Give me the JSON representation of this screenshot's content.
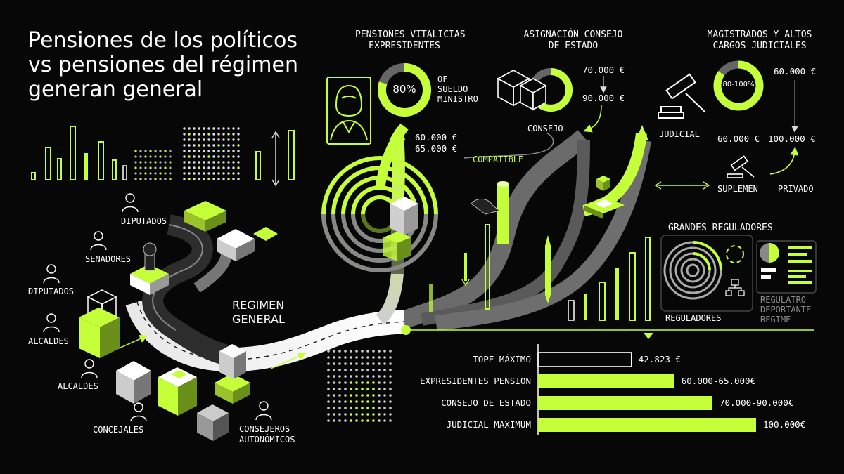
{
  "title": {
    "line1": "Pensiones de los políticos",
    "line2": "vs pensiones del régimen",
    "line3": "generan general"
  },
  "colors": {
    "accent": "#c5ff3a",
    "background": "#070707",
    "grey": "#8a8a8a"
  },
  "expresidentes": {
    "header_line1": "PENSIONES VITALICIAS",
    "header_line2": "EXPRESIDENTES",
    "donut_percent": 80,
    "donut_label": "80%",
    "note_line1": "OF",
    "note_line2": "SUELDO",
    "note_line3": "MINISTRO",
    "value1": "60.000 €",
    "value2": "65.000 €",
    "compatible": "COMPATIBLE",
    "icon": "woman-bust-icon"
  },
  "consejo": {
    "header_line1": "ASIGNACIÓN CONSEJO",
    "header_line2": "DE ESTADO",
    "value_top": "70.000 €",
    "value_bottom": "90.000 €",
    "label": "CONSEJO",
    "donut_percent": 75,
    "icon": "cube-stack-icon"
  },
  "judicial": {
    "header_line1": "MAGISTRADOS Y ALTOS",
    "header_line2": "CARGOS JUDICIALES",
    "donut_label": "80-100%",
    "donut_percent": 85,
    "value_top": "60.000 €",
    "value_left": "60.000 €",
    "value_right": "100.000 €",
    "label_judicial": "JUDICIAL",
    "label_suplemen": "SUPLEMEN",
    "label_privado": "PRIVADO",
    "icon": "gavel-icon"
  },
  "reguladores": {
    "header": "GRANDES REGULADORES",
    "label": "REGULADORES",
    "side_line1": "REGULATRO",
    "side_line2": "DEPORTANTE",
    "side_line3": "REGIME"
  },
  "actors": {
    "diputados_top": "DIPUTADOS",
    "senadores": "SENADORES",
    "diputados": "DIPUTADOS",
    "alcaldes_1": "ALCALDES",
    "alcaldes_2": "ALCALDES",
    "concejales": "CONCEJALES",
    "consejeros_line1": "CONSEJEROS",
    "consejeros_line2": "AUTONÓMICOS"
  },
  "regimen": {
    "line1": "REGIMEN",
    "line2": "GENERAL"
  },
  "bars": [
    {
      "label": "TOPE MÁXIMO",
      "value_text": "42.823 €",
      "value": 42823,
      "style": "outline"
    },
    {
      "label": "EXPRESIDENTES PENSION",
      "value_text": "60.000-65.000€",
      "value": 62500,
      "style": "fill"
    },
    {
      "label": "CONSEJO DE ESTADO",
      "value_text": "70.000-90.000€",
      "value": 80000,
      "style": "fill"
    },
    {
      "label": "JUDICIAL MAXIMUM",
      "value_text": "100.000€",
      "value": 100000,
      "style": "fill"
    }
  ]
}
